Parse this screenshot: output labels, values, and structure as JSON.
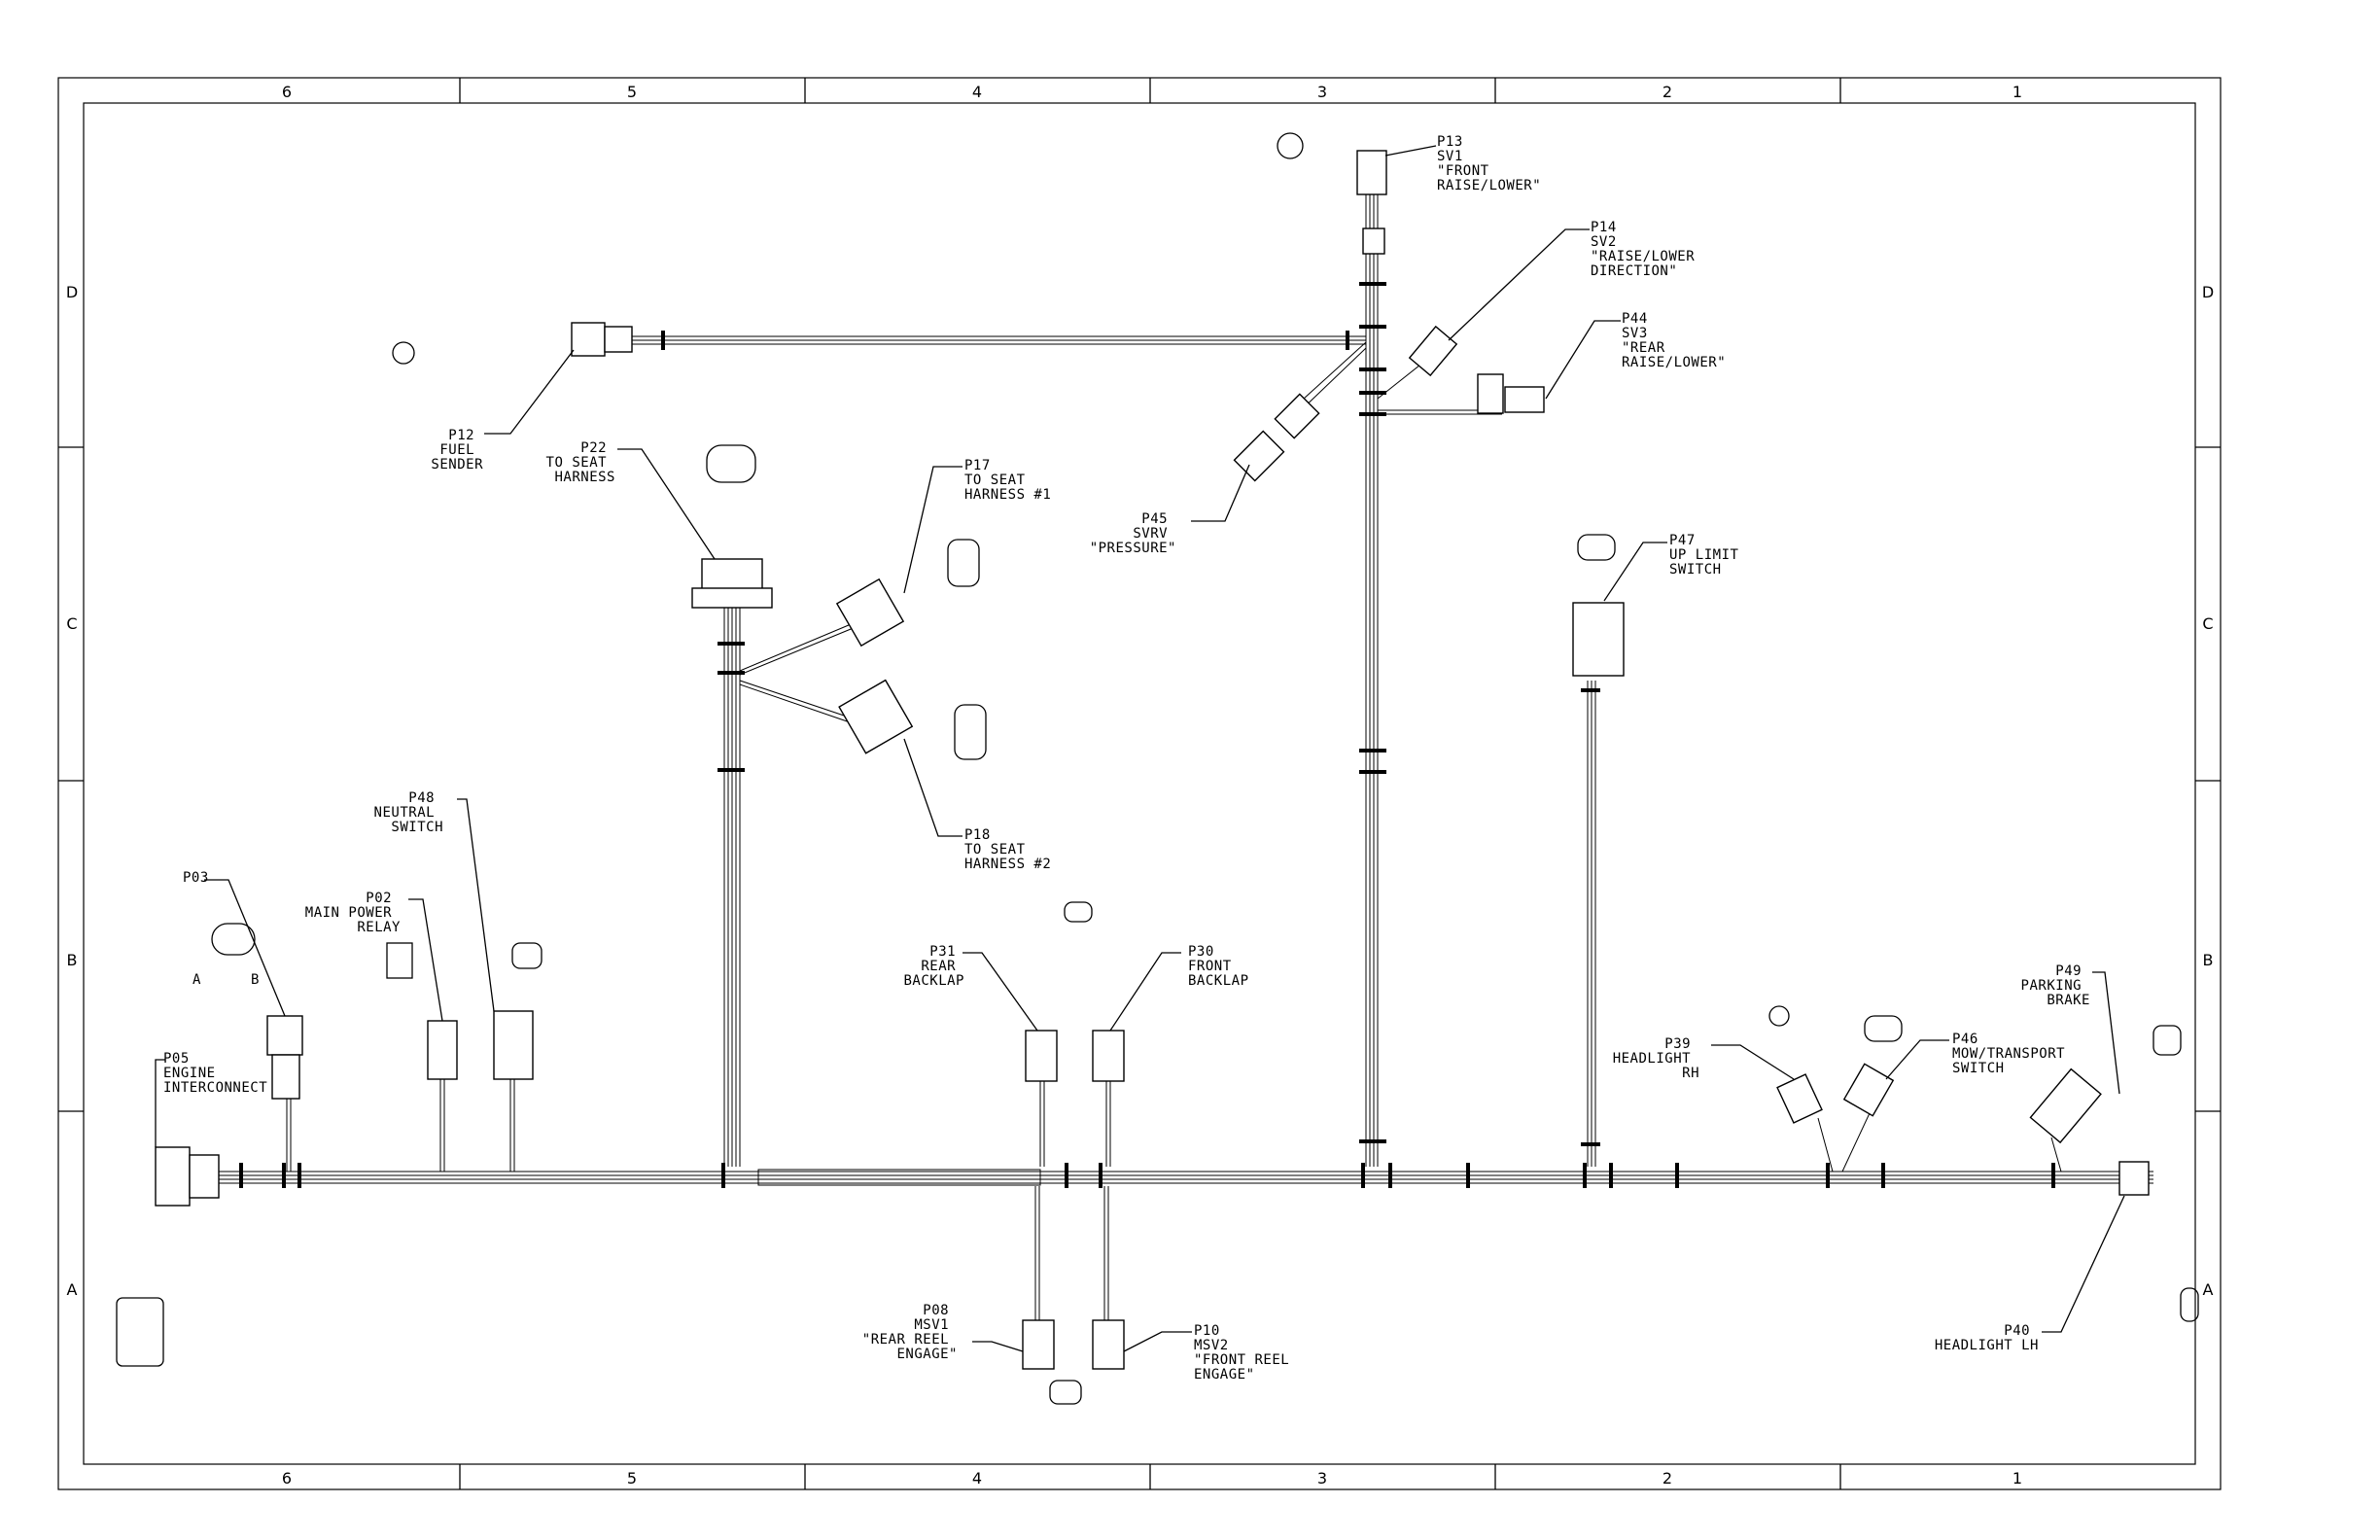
{
  "zones": {
    "columns": [
      "6",
      "5",
      "4",
      "3",
      "2",
      "1"
    ],
    "rows": [
      "D",
      "C",
      "B",
      "A"
    ]
  },
  "connectors": {
    "p13": [
      "P13",
      "SV1",
      "\"FRONT",
      "RAISE/LOWER\""
    ],
    "p14": [
      "P14",
      "SV2",
      "\"RAISE/LOWER",
      "DIRECTION\""
    ],
    "p44": [
      "P44",
      "SV3",
      "\"REAR",
      "RAISE/LOWER\""
    ],
    "p12": [
      "P12",
      "FUEL",
      "SENDER"
    ],
    "p22": [
      "P22",
      "TO SEAT",
      "HARNESS"
    ],
    "p17": [
      "P17",
      "TO SEAT",
      "HARNESS #1"
    ],
    "p45": [
      "P45",
      "SVRV",
      "\"PRESSURE\""
    ],
    "p47": [
      "P47",
      "UP LIMIT",
      "SWITCH"
    ],
    "p18": [
      "P18",
      "TO SEAT",
      "HARNESS #2"
    ],
    "p03": [
      "P03"
    ],
    "p48": [
      "P48",
      "NEUTRAL",
      "SWITCH"
    ],
    "p02": [
      "P02",
      "MAIN POWER",
      "RELAY"
    ],
    "p31": [
      "P31",
      "REAR",
      "BACKLAP"
    ],
    "p30": [
      "P30",
      "FRONT",
      "BACKLAP"
    ],
    "p49": [
      "P49",
      "PARKING",
      "BRAKE"
    ],
    "p39": [
      "P39",
      "HEADLIGHT",
      "RH"
    ],
    "p46": [
      "P46",
      "MOW/TRANSPORT",
      "SWITCH"
    ],
    "p05": [
      "P05",
      "ENGINE",
      "INTERCONNECT"
    ],
    "p08": [
      "P08",
      "MSV1",
      "\"REAR REEL",
      "ENGAGE\""
    ],
    "p10": [
      "P10",
      "MSV2",
      "\"FRONT REEL",
      "ENGAGE\""
    ],
    "p40": [
      "P40",
      "HEADLIGHT LH"
    ]
  },
  "pinouts": {
    "p03_left": "A",
    "p03_right": "B"
  }
}
